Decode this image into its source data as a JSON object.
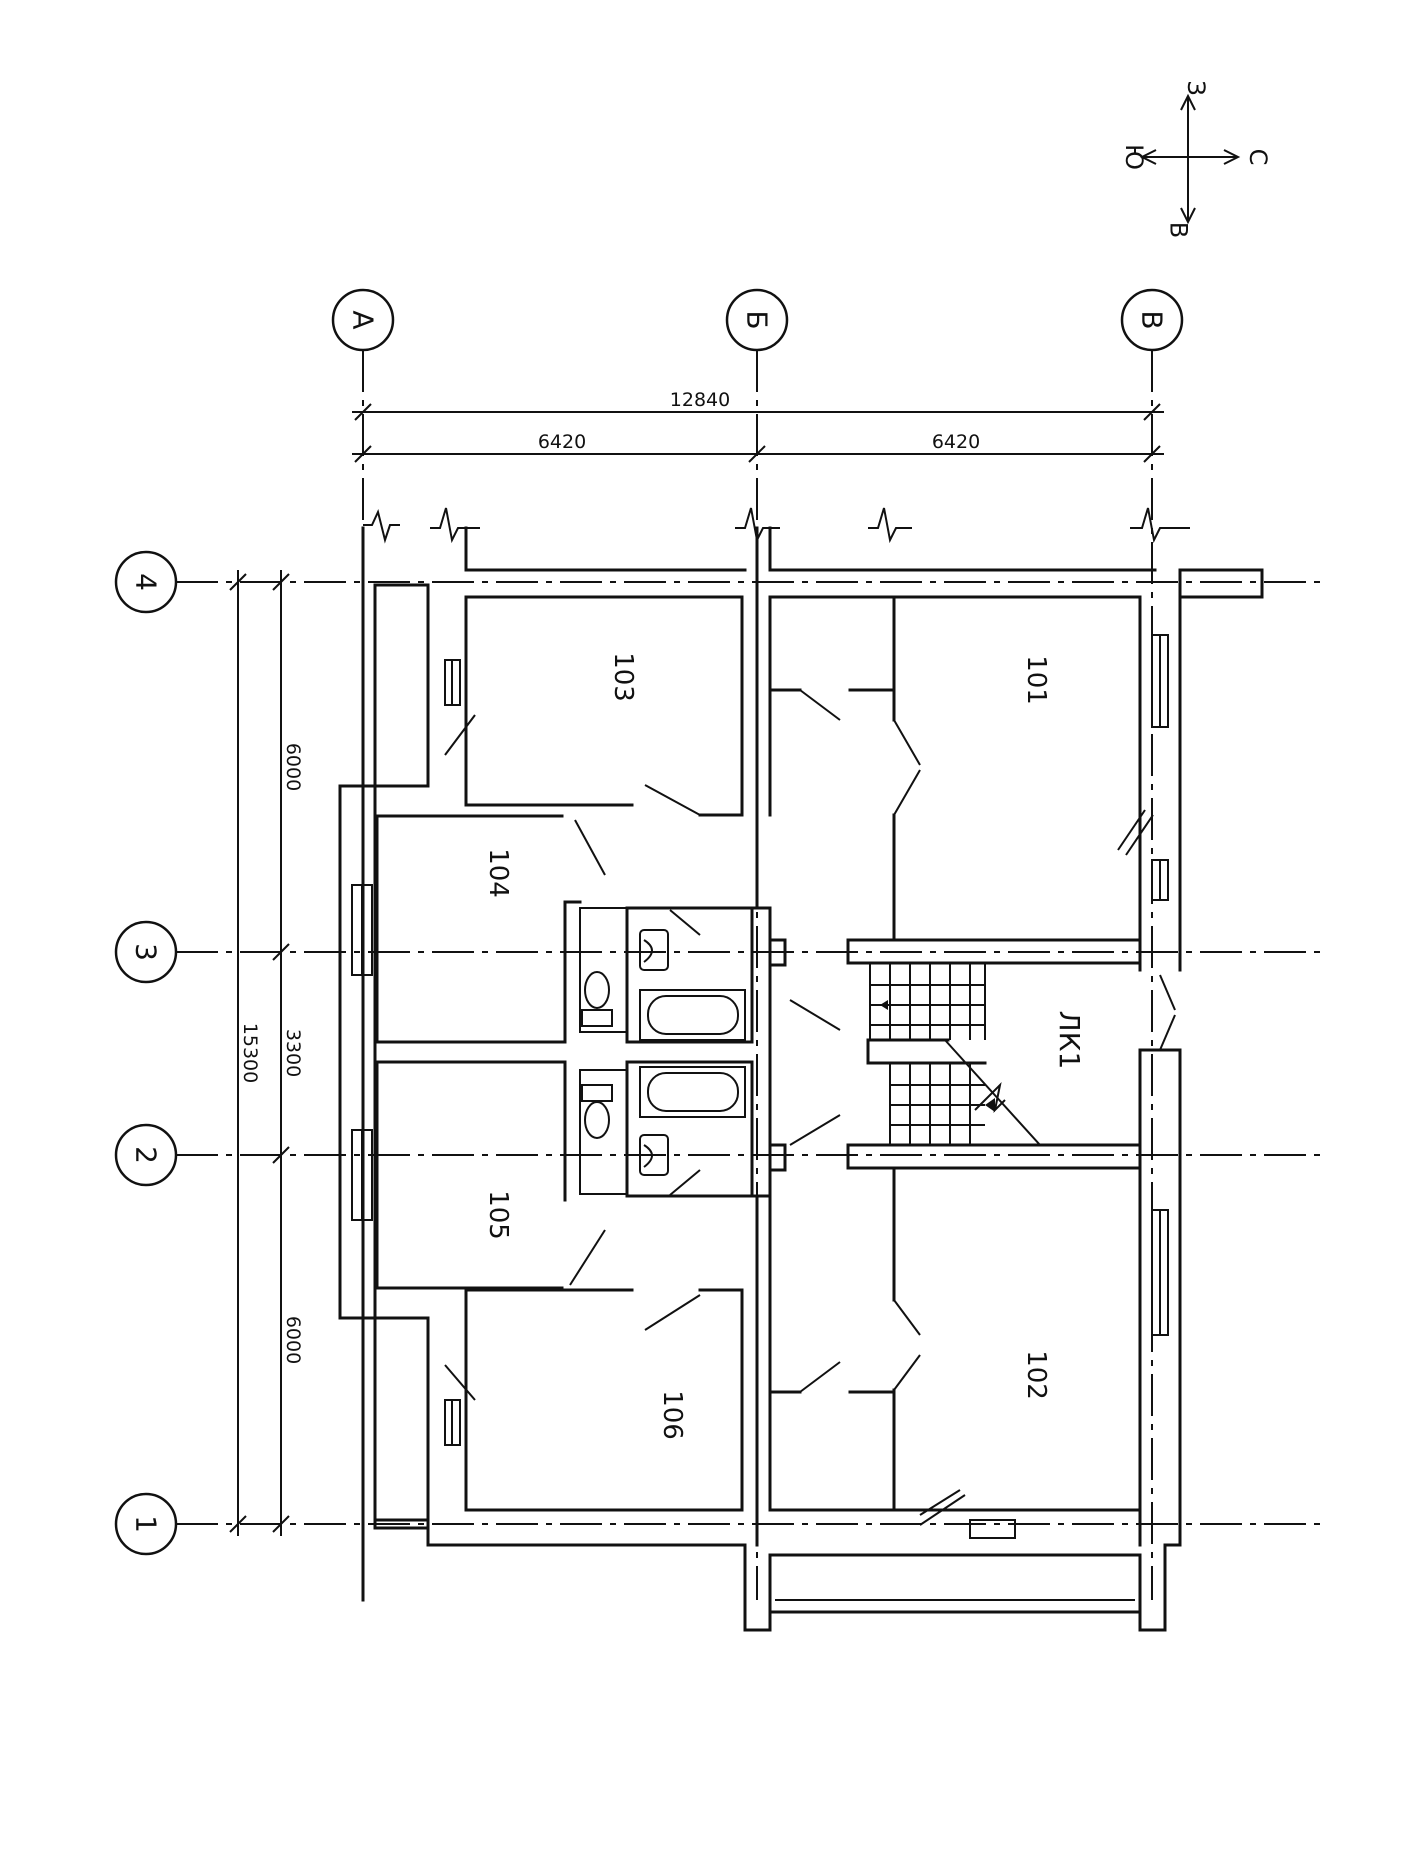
{
  "axes_letters": [
    "А",
    "Б",
    "В"
  ],
  "axes_numbers": [
    "1",
    "2",
    "3",
    "4"
  ],
  "compass": {
    "north": "С",
    "south": "Ю",
    "east": "В",
    "west": "З"
  },
  "dimensions": {
    "total_width": "12840",
    "span_ab": "6420",
    "span_bv": "6420",
    "total_length": "15300",
    "span_12": "6000",
    "span_23": "3300",
    "span_34": "6000"
  },
  "rooms": {
    "r101": "101",
    "r102": "102",
    "r103": "103",
    "r104": "104",
    "r105": "105",
    "r106": "106",
    "stair": "ЛК1"
  }
}
